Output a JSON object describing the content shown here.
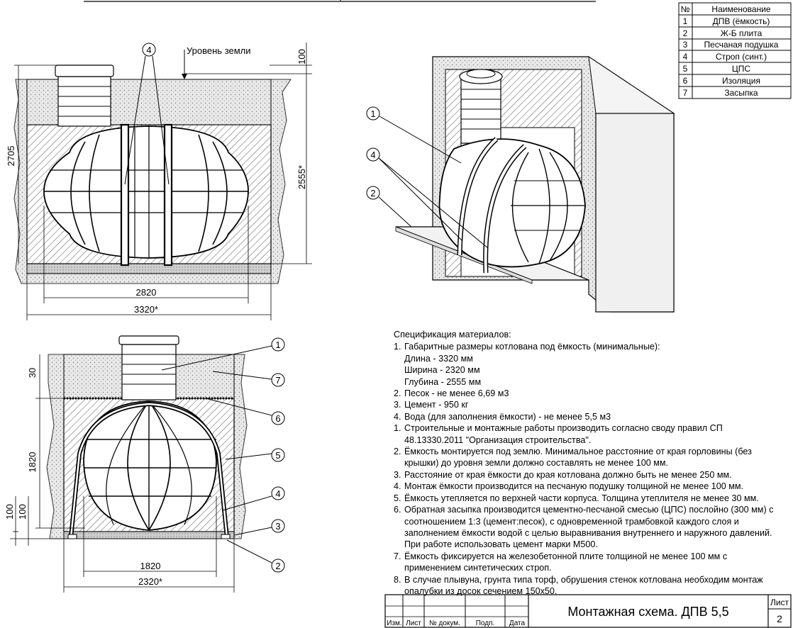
{
  "legend": {
    "header_num": "№",
    "header_name": "Наименование",
    "items": [
      {
        "num": "1",
        "name": "ДПВ (ёмкость)"
      },
      {
        "num": "2",
        "name": "Ж-Б плита"
      },
      {
        "num": "3",
        "name": "Песчаная подушка"
      },
      {
        "num": "4",
        "name": "Строп (синт.)"
      },
      {
        "num": "5",
        "name": "ЦПС"
      },
      {
        "num": "6",
        "name": "Изоляция"
      },
      {
        "num": "7",
        "name": "Засыпка"
      }
    ]
  },
  "front_view": {
    "ground_label": "Уровень земли",
    "dim_top": "100",
    "dim_total_depth": "2705",
    "dim_pit_depth": "2555*",
    "dim_tank_length": "2820",
    "dim_pit_length": "3320*",
    "callout_strap": "4"
  },
  "iso_view": {
    "callouts": [
      "1",
      "4",
      "2"
    ]
  },
  "side_view": {
    "dim_insulation": "30",
    "dim_height": "1820",
    "dim_plate": "100",
    "dim_sand": "100",
    "dim_tank_width": "1820",
    "dim_pit_width": "2320*",
    "callouts": [
      "1",
      "7",
      "6",
      "5",
      "4",
      "3",
      "2"
    ]
  },
  "spec": {
    "title": "Спецификация материалов:",
    "items": [
      {
        "n": "1.",
        "text": "Габаритные размеры котлована под ёмкость (минимальные):"
      },
      {
        "n": "",
        "text": "Длина - 3320 мм"
      },
      {
        "n": "",
        "text": "Ширина - 2320 мм"
      },
      {
        "n": "",
        "text": "Глубина - 2555 мм"
      },
      {
        "n": "2.",
        "text": "Песок - не менее 6,69 м3"
      },
      {
        "n": "3.",
        "text": "Цемент - 950 кг"
      },
      {
        "n": "4.",
        "text": "Вода (для заполнения ёмкости) - не менее 5,5 м3"
      }
    ],
    "notes": [
      {
        "n": "1.",
        "text": "Строительные и монтажные работы производить согласно своду правил СП 48.13330.2011 \"Организация строительства\"."
      },
      {
        "n": "2.",
        "text": "Ёмкость монтируется под землю. Минимальное расстояние от края горловины (без крышки) до уровня земли должно составлять не менее 100 мм."
      },
      {
        "n": "3.",
        "text": "Расстояние от края ёмкости до края котлована должно быть не менее 250 мм."
      },
      {
        "n": "4.",
        "text": "Монтаж ёмкости производится на песчаную подушку толщиной не менее 100 мм."
      },
      {
        "n": "5.",
        "text": "Ёмкость утепляется по верхней части корпуса. Толщина утеплителя не менее 30 мм."
      },
      {
        "n": "6.",
        "text": "Обратная засыпка производится цементно-песчаной смесью (ЦПС) послойно (300 мм) с соотношением 1:3 (цемент:песок), с одновременной трамбовкой каждого слоя и заполнением ёмкости водой с целью выравнивания внутреннего и наружного давлений. При работе использовать цемент марки М500."
      },
      {
        "n": "7.",
        "text": "Ёмкость фиксируется  на железобетонной плите толщиной не менее 100 мм с применением синтетических строп."
      },
      {
        "n": "8.",
        "text": "В случае плывуна, грунта типа торф, обрушения стенок котлована необходим монтаж опалубки из досок сечением 150х50."
      }
    ]
  },
  "title_block": {
    "title": "Монтажная схема. ДПВ 5,5",
    "sheet_label": "Лист",
    "sheet_number": "2",
    "col_izm": "Изм.",
    "col_list": "Лист",
    "col_doc": "№ докум.",
    "col_sign": "Подп.",
    "col_date": "Дата"
  }
}
